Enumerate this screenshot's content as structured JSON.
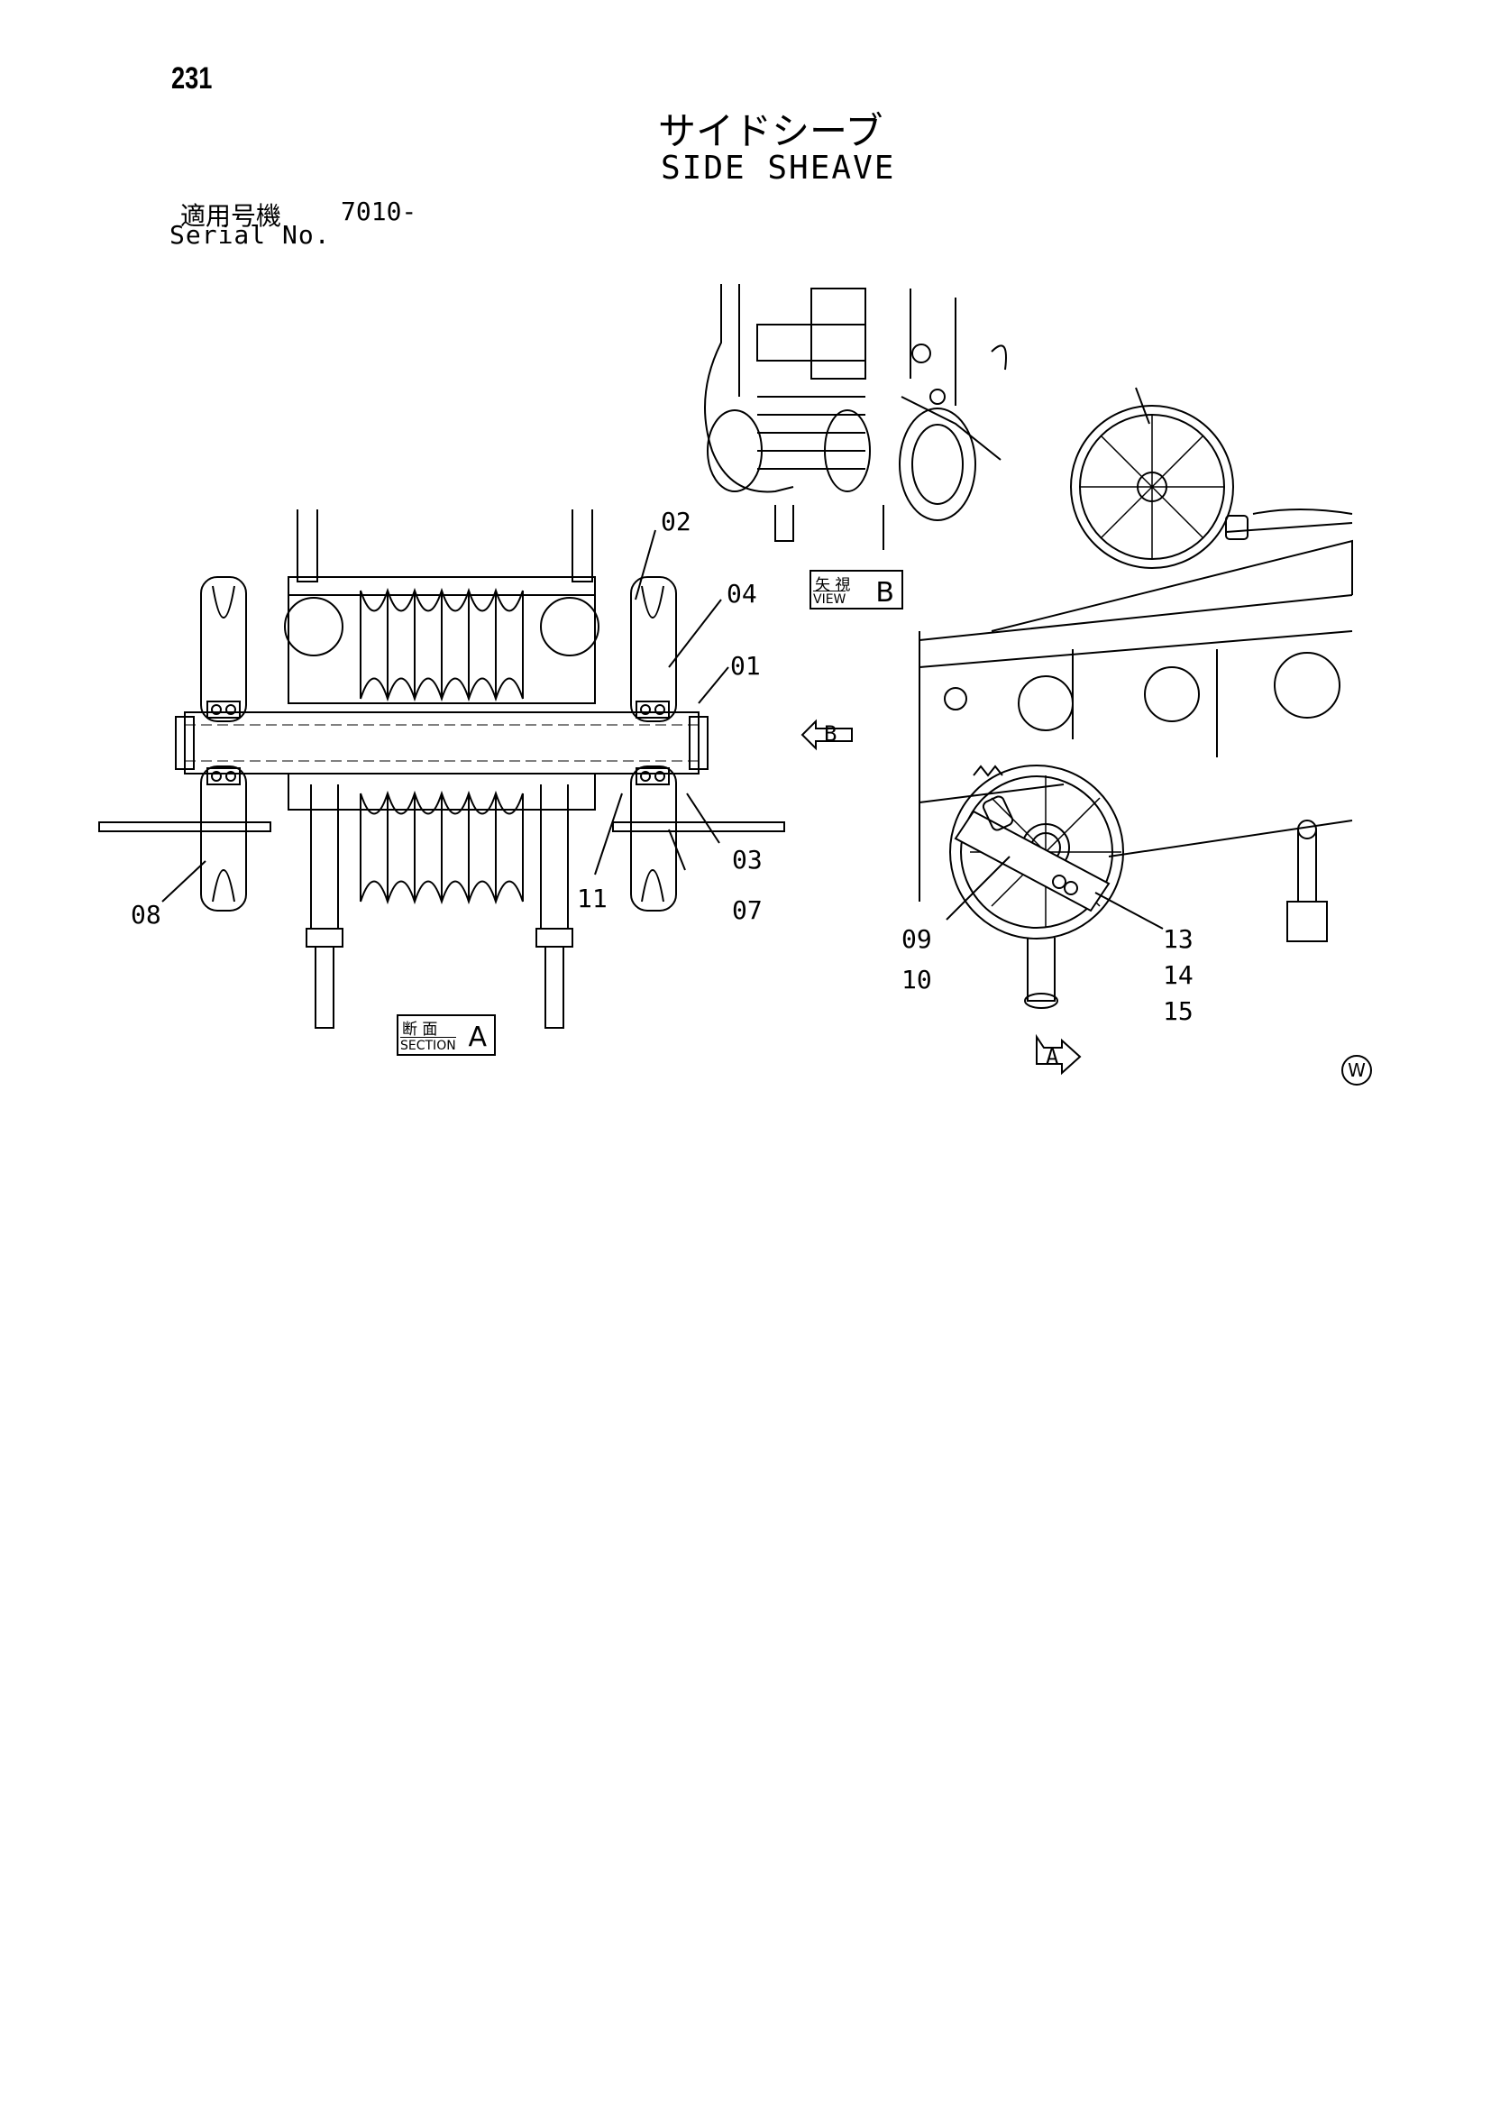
{
  "page": {
    "number": "231",
    "title_jp": "サイドシーブ",
    "title_en": "SIDE SHEAVE"
  },
  "serial": {
    "label_jp": "適用号機",
    "value": "7010-",
    "label_en": "Serial No."
  },
  "views": {
    "section_a": {
      "jp": "断 面",
      "en": "SECTION",
      "letter": "A"
    },
    "view_b": {
      "jp": "矢 視",
      "en": "VIEW",
      "letter": "B"
    },
    "arrow_a": "A",
    "arrow_b": "B"
  },
  "callouts": [
    "01",
    "02",
    "03",
    "04",
    "07",
    "08",
    "09",
    "10",
    "11",
    "13",
    "14",
    "15"
  ],
  "mark": "W"
}
